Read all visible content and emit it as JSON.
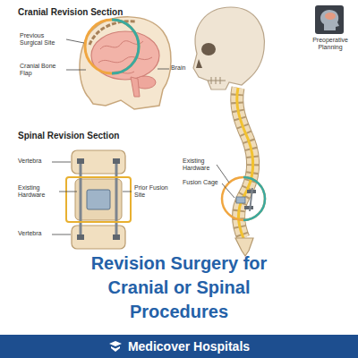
{
  "diagram": {
    "title": "Revision Surgery for Cranial or Spinal Procedures",
    "nodes": [
      {
        "text": [
          "Medicover Hospitals"
        ]
      }
    ],
    "labels": [
      "Cranial Revision Section",
      "Previous Surgical Site",
      "Cranial Bone Flap",
      "Brain",
      "Spinal Revision Section",
      "Vertebra",
      "Existing Hardware",
      "Prior Fusion Site",
      "Vertebra",
      "Preoperative Planning",
      "Existing Hardware",
      "Fusion Cage"
    ]
  }
}
